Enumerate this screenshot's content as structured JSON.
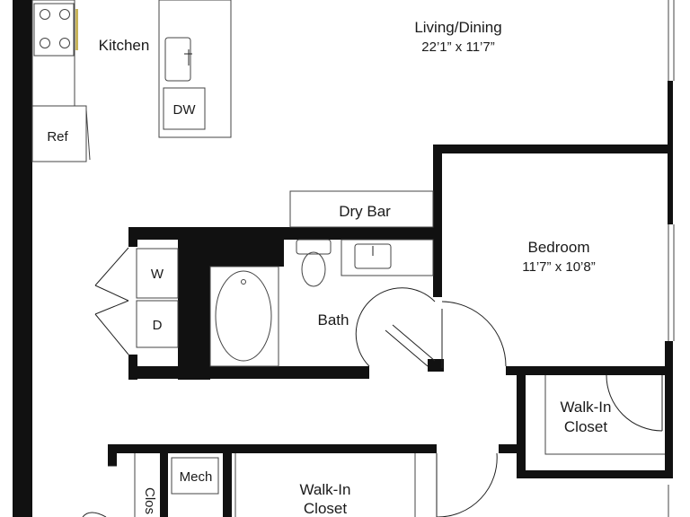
{
  "rooms": {
    "living": {
      "name": "Living/Dining",
      "dims": "22’1” x 11’7”"
    },
    "kitchen": {
      "name": "Kitchen"
    },
    "bedroom": {
      "name": "Bedroom",
      "dims": "11’7” x 10’8”"
    },
    "bath": {
      "name": "Bath"
    },
    "walkin_bedroom": {
      "line1": "Walk-In",
      "line2": "Closet"
    },
    "walkin_lower": {
      "line1": "Walk-In",
      "line2": "Closet"
    },
    "mech": {
      "name": "Mech"
    },
    "closet_partial": {
      "name": "Clos"
    }
  },
  "fixtures": {
    "dishwasher": "DW",
    "refrigerator": "Ref",
    "dry_bar": "Dry Bar",
    "washer": "W",
    "dryer": "D"
  },
  "colors": {
    "wall": "#111111",
    "line": "#444444",
    "background": "#ffffff"
  }
}
